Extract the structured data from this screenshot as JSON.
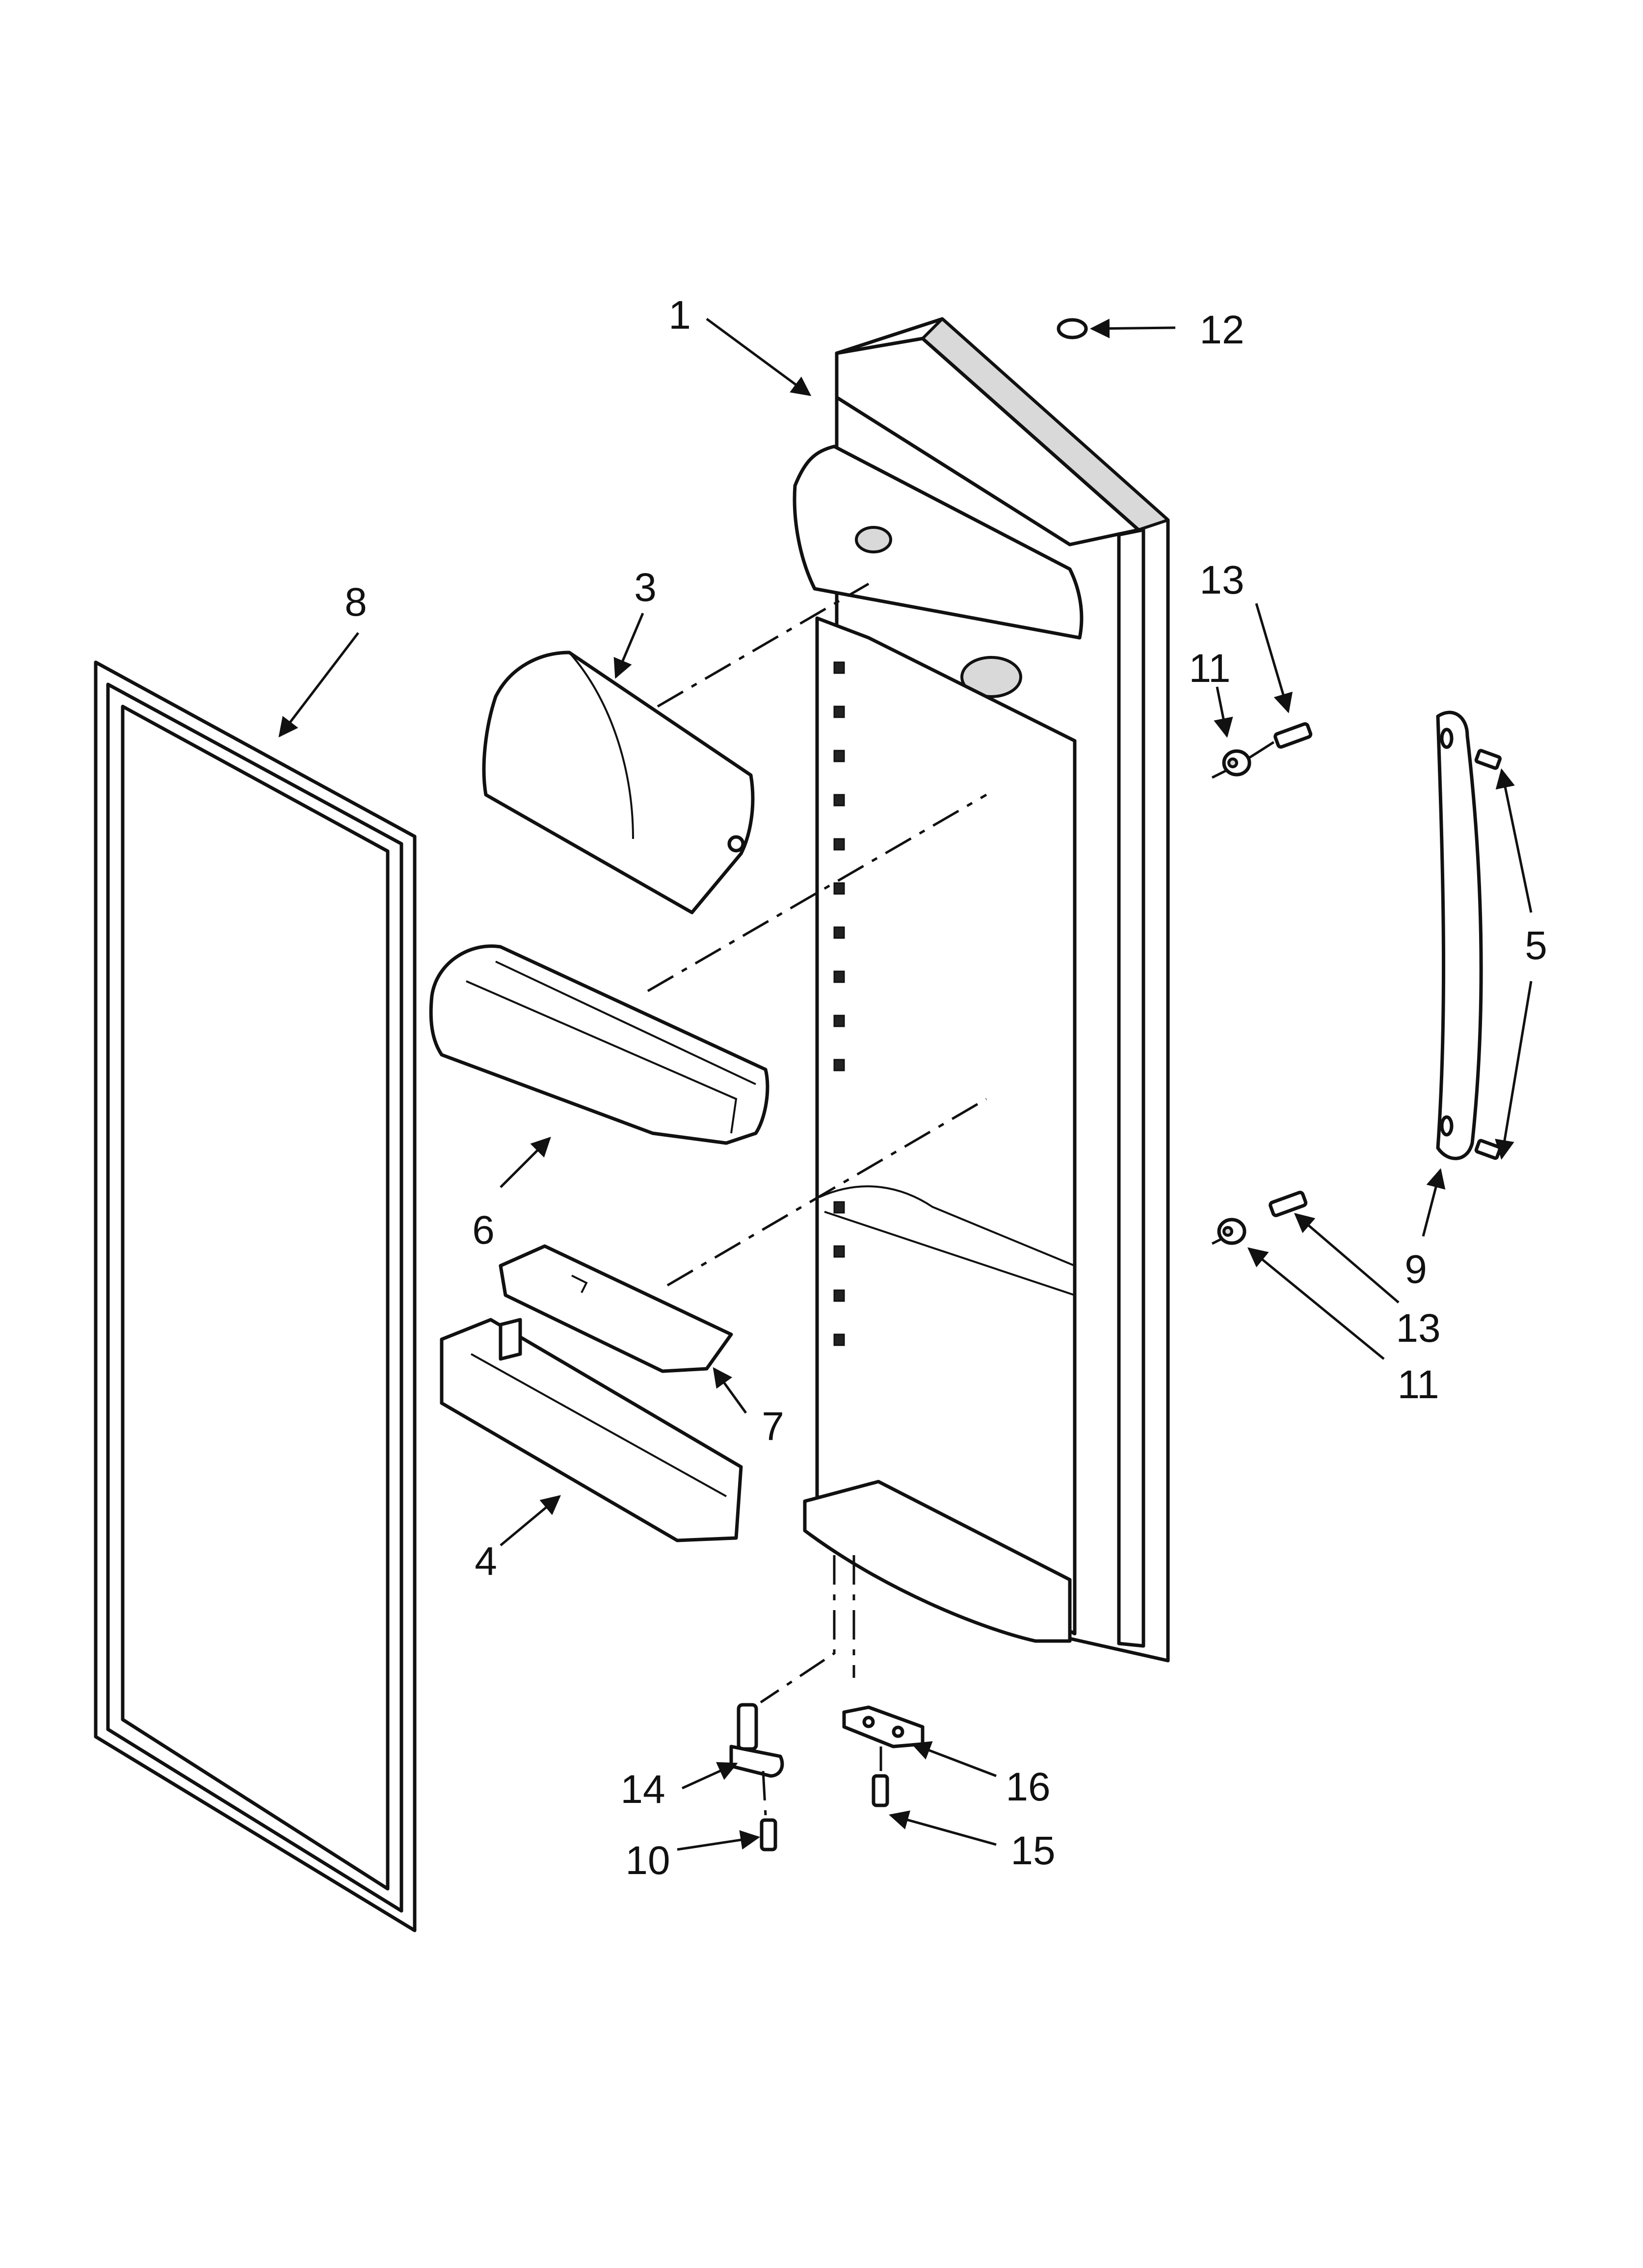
{
  "diagram": {
    "callouts": [
      {
        "id": "c1",
        "number": "1"
      },
      {
        "id": "c12",
        "number": "12"
      },
      {
        "id": "c8",
        "number": "8"
      },
      {
        "id": "c3",
        "number": "3"
      },
      {
        "id": "c13a",
        "number": "13"
      },
      {
        "id": "c11a",
        "number": "11"
      },
      {
        "id": "c5",
        "number": "5"
      },
      {
        "id": "c6",
        "number": "6"
      },
      {
        "id": "c9",
        "number": "9"
      },
      {
        "id": "c13b",
        "number": "13"
      },
      {
        "id": "c11b",
        "number": "11"
      },
      {
        "id": "c7",
        "number": "7"
      },
      {
        "id": "c4",
        "number": "4"
      },
      {
        "id": "c14",
        "number": "14"
      },
      {
        "id": "c16",
        "number": "16"
      },
      {
        "id": "c10",
        "number": "10"
      },
      {
        "id": "c15",
        "number": "15"
      }
    ]
  }
}
